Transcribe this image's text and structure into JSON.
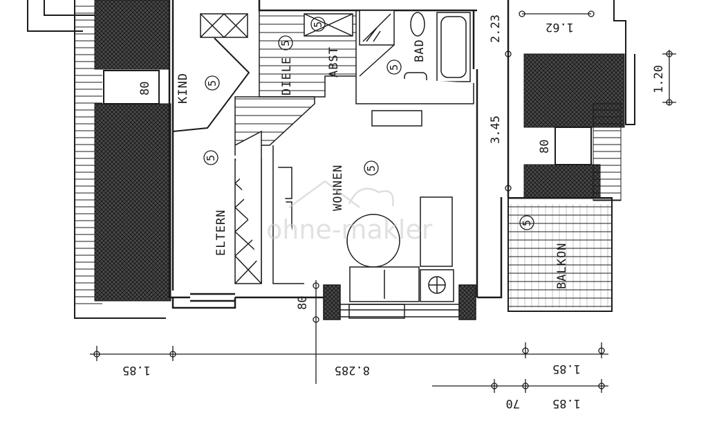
{
  "plan": {
    "rooms": {
      "kind": "KIND",
      "diele": "DIELE",
      "abst": "ABST",
      "bad": "BAD",
      "wohnen": "WOHNEN",
      "eltern": "ELTERN",
      "balkon": "BALKON"
    },
    "room_marker": "5",
    "opening_label": "80",
    "dimensions": {
      "d_2_23": "2.23",
      "d_1_62": "1.62",
      "d_1_20": "1.20",
      "d_3_45": "3.45",
      "d_1_85_left": "1.85",
      "d_8_285": "8.285",
      "d_1_85_right": "1.85",
      "d_1_85_bottom": "1.85",
      "d_70": "70"
    },
    "watermark": "ohne-makler"
  },
  "colors": {
    "line": "#1a1a1a",
    "hatch": "#3a3a3a",
    "paper": "#ffffff"
  }
}
